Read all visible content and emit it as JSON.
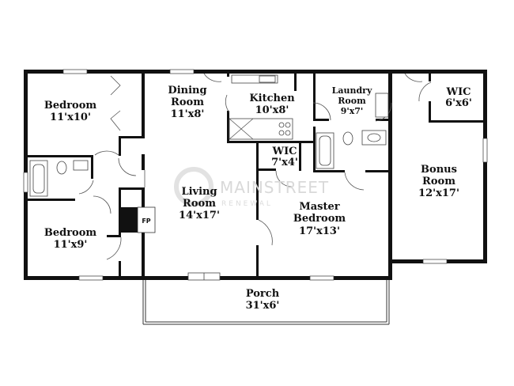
{
  "rooms": {
    "bedroom1": {
      "name": "Bedroom",
      "dim": "11'x10'"
    },
    "dining": {
      "name_line1": "Dining",
      "name_line2": "Room",
      "dim": "11'x8'"
    },
    "kitchen": {
      "name": "Kitchen",
      "dim": "10'x8'"
    },
    "laundry": {
      "name_line1": "Laundry",
      "name_line2": "Room",
      "dim": "9'x7'"
    },
    "wic_top": {
      "name": "WIC",
      "dim": "6'x6'"
    },
    "wic_master": {
      "name": "WIC",
      "dim": "7'x4'"
    },
    "living": {
      "name_line1": "Living",
      "name_line2": "Room",
      "dim": "14'x17'"
    },
    "master": {
      "name_line1": "Master",
      "name_line2": "Bedroom",
      "dim": "17'x13'"
    },
    "bonus": {
      "name_line1": "Bonus",
      "name_line2": "Room",
      "dim": "12'x17'"
    },
    "bedroom2": {
      "name": "Bedroom",
      "dim": "11'x9'"
    },
    "porch": {
      "name": "Porch",
      "dim": "31'x6'"
    }
  },
  "fireplace_label": "FP",
  "watermark": {
    "line1": "MAINSTREET",
    "line2": "RENEWAL"
  }
}
